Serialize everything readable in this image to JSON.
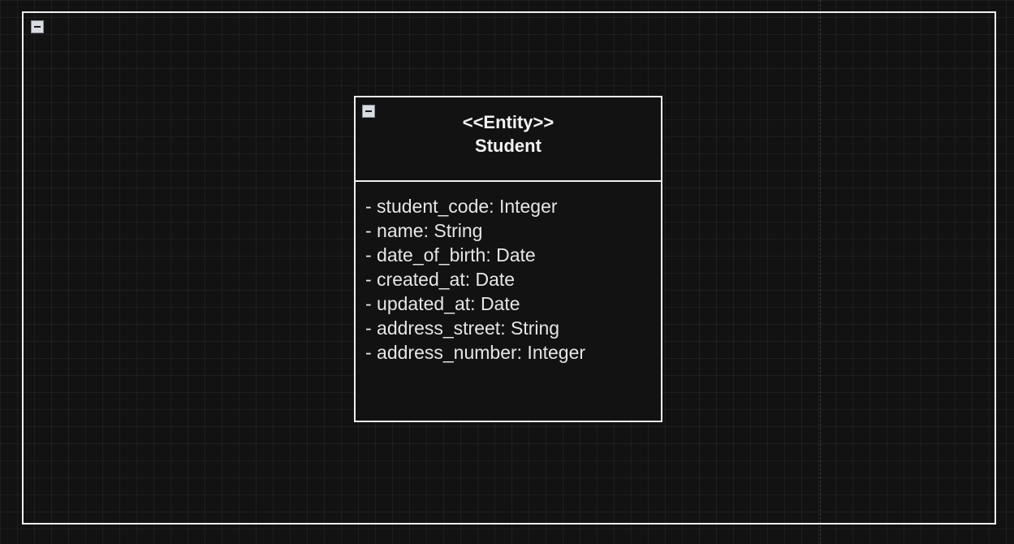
{
  "entity": {
    "stereotype": "<<Entity>>",
    "name": "Student",
    "attributes": [
      "- student_code: Integer",
      "- name: String",
      "- date_of_birth: Date",
      "- created_at: Date",
      "- updated_at: Date",
      "- address_street: String",
      "- address_number: Integer"
    ]
  },
  "colors": {
    "background": "#121212",
    "stroke": "#f0f0f0",
    "text": "#f2f2f2"
  }
}
